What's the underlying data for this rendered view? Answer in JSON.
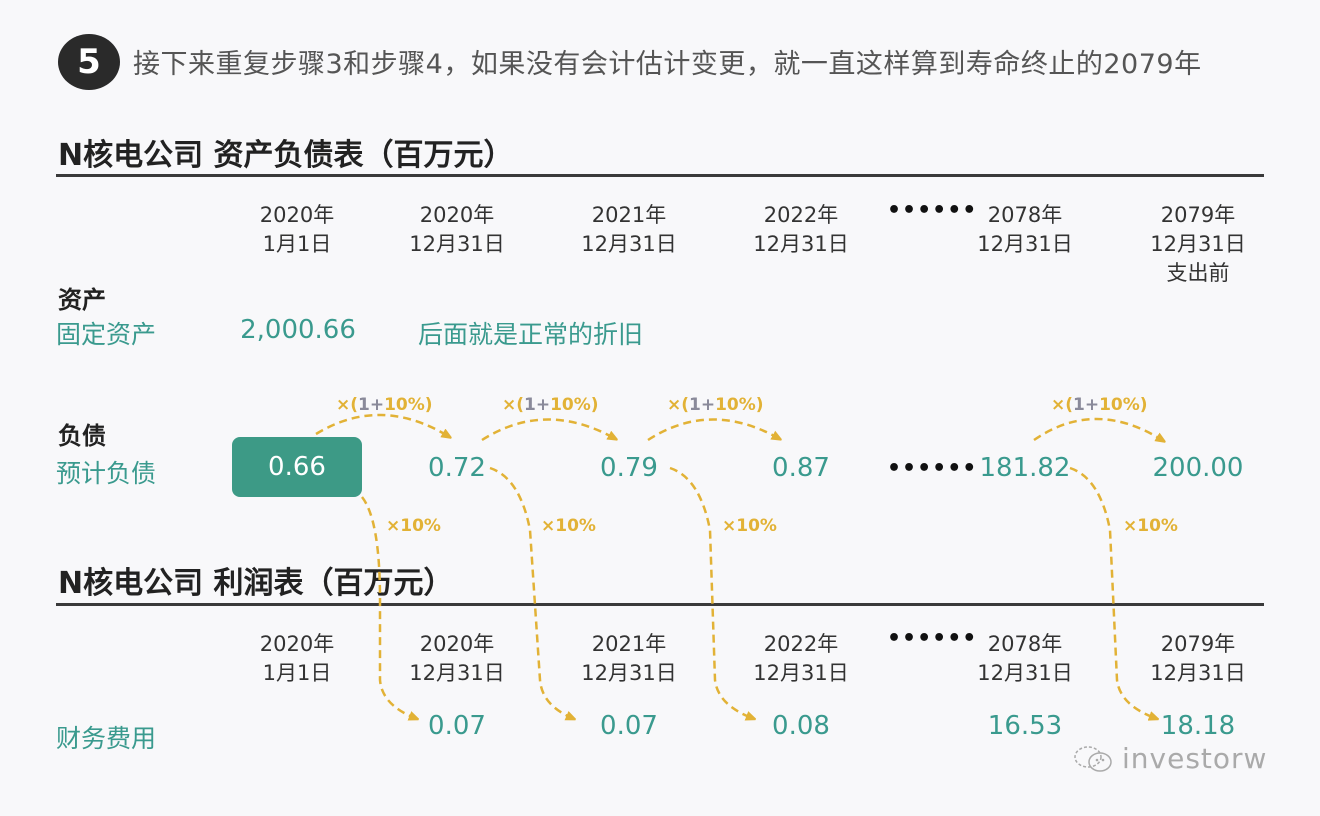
{
  "step": {
    "number": "5",
    "text": "接下来重复步骤3和步骤4，如果没有会计估计变更，就一直这样算到寿命终止的2079年"
  },
  "balance_sheet": {
    "title": "N核电公司 资产负债表（百万元）",
    "columns": [
      {
        "line1": "2020年",
        "line2": "1月1日",
        "line3": ""
      },
      {
        "line1": "2020年",
        "line2": "12月31日",
        "line3": ""
      },
      {
        "line1": "2021年",
        "line2": "12月31日",
        "line3": ""
      },
      {
        "line1": "2022年",
        "line2": "12月31日",
        "line3": ""
      },
      {
        "line1": "2078年",
        "line2": "12月31日",
        "line3": ""
      },
      {
        "line1": "2079年",
        "line2": "12月31日",
        "line3": "支出前"
      }
    ],
    "ellipsis": "••••••",
    "assets_header": "资产",
    "fixed_assets": {
      "label": "固定资产",
      "initial_value": "2,000.66",
      "note": "后面就是正常的折旧"
    },
    "liabilities_header": "负债",
    "provision": {
      "label": "预计负债",
      "values": [
        "0.66",
        "0.72",
        "0.79",
        "0.87",
        "181.82",
        "200.00"
      ]
    },
    "growth_label": {
      "prefix": "×(",
      "one": "1+",
      "rate": "10%)"
    },
    "interest_label": "×10%"
  },
  "income_statement": {
    "title": "N核电公司 利润表（百万元）",
    "columns": [
      {
        "line1": "2020年",
        "line2": "1月1日"
      },
      {
        "line1": "2020年",
        "line2": "12月31日"
      },
      {
        "line1": "2021年",
        "line2": "12月31日"
      },
      {
        "line1": "2022年",
        "line2": "12月31日"
      },
      {
        "line1": "2078年",
        "line2": "12月31日"
      },
      {
        "line1": "2079年",
        "line2": "12月31日"
      }
    ],
    "ellipsis": "••••••",
    "finance_cost": {
      "label": "财务费用",
      "values": [
        "",
        "0.07",
        "0.07",
        "0.08",
        "16.53",
        "18.18"
      ]
    }
  },
  "watermark": {
    "text": "investorw"
  },
  "colors": {
    "teal": "#3a9a8e",
    "teal_box": "#3d9a86",
    "arrow_gold": "#e2b236",
    "rule": "#3a3a3a",
    "badge": "#2a2a2a"
  }
}
